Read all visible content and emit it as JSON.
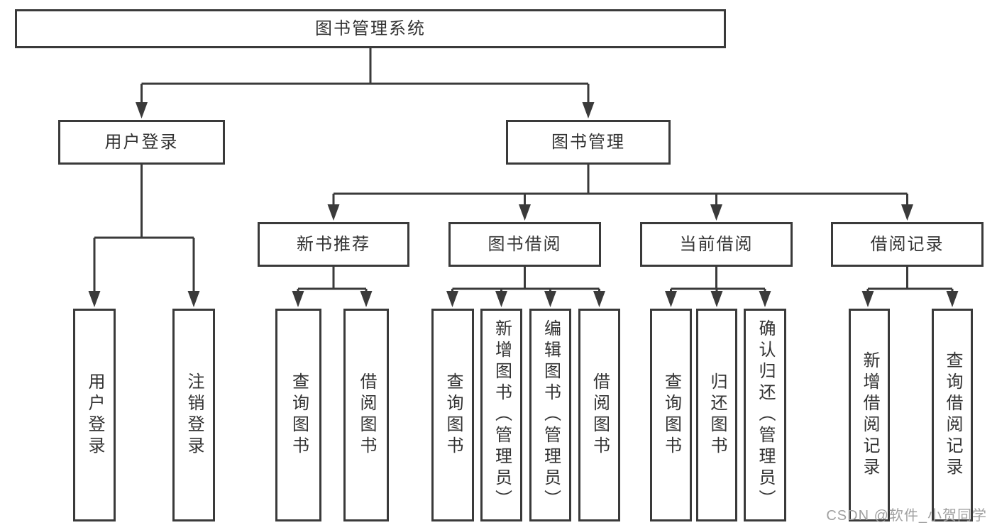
{
  "diagram_title": "图书管理系统",
  "nodes": {
    "root": "图书管理系统",
    "user_login": "用户登录",
    "book_mgmt": "图书管理",
    "new_book_rec": "新书推荐",
    "book_borrow": "图书借阅",
    "current_borrow": "当前借阅",
    "borrow_records": "借阅记录",
    "g1_user_login": "用户登录",
    "g1_logout": "注销登录",
    "g2_query_books": "查询图书",
    "g2_borrow_books": "借阅图书",
    "g3_query_books": "查询图书",
    "g3_add_books": "新增图书（管理员）",
    "g3_edit_books": "编辑图书（管理员）",
    "g3_borrow_books": "借阅图书",
    "g4_query_books": "查询图书",
    "g4_return_books": "归还图书",
    "g4_confirm_return": "确认归还（管理员）",
    "g5_add_record": "新增借阅记录",
    "g5_query_record": "查询借阅记录"
  },
  "hierarchy": {
    "图书管理系统": [
      "用户登录",
      "图书管理"
    ],
    "用户登录": [
      "用户登录",
      "注销登录"
    ],
    "图书管理": [
      "新书推荐",
      "图书借阅",
      "当前借阅",
      "借阅记录"
    ],
    "新书推荐": [
      "查询图书",
      "借阅图书"
    ],
    "图书借阅": [
      "查询图书",
      "新增图书（管理员）",
      "编辑图书（管理员）",
      "借阅图书"
    ],
    "当前借阅": [
      "查询图书",
      "归还图书",
      "确认归还（管理员）"
    ],
    "借阅记录": [
      "新增借阅记录",
      "查询借阅记录"
    ]
  },
  "watermark": "CSDN @软件_小贺同学",
  "colors": {
    "line": "#3a3a3a",
    "box_border": "#3a3a3a",
    "text": "#333333",
    "background": "#ffffff",
    "watermark": "#9b9b9b"
  }
}
